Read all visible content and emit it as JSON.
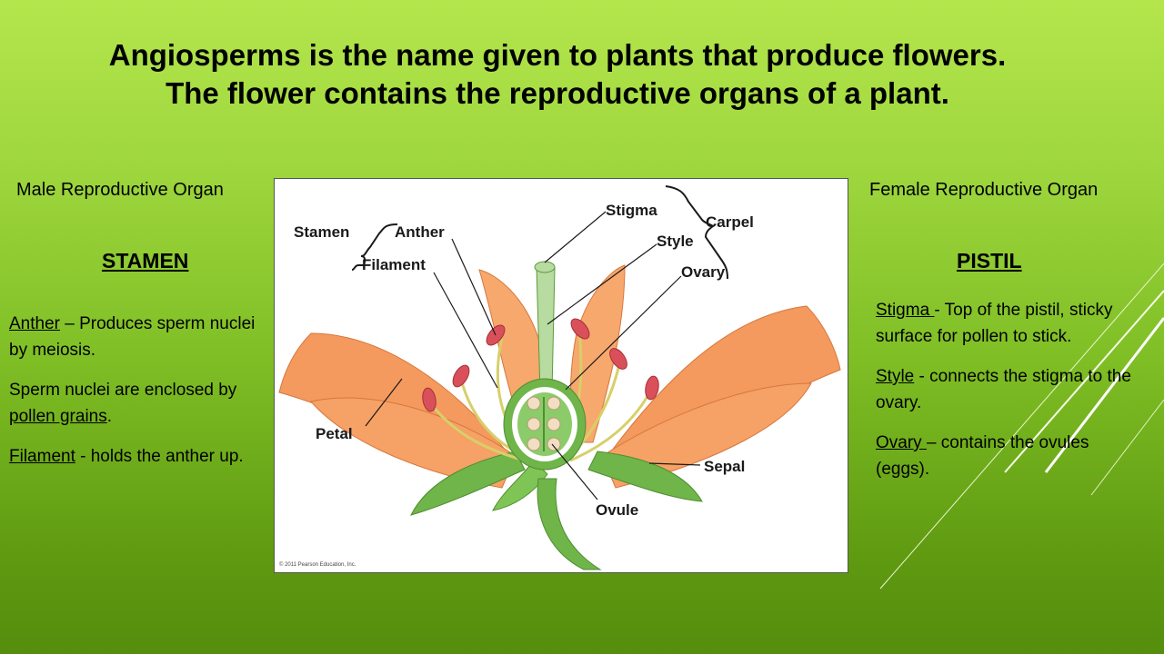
{
  "title": {
    "line1": "Angiosperms is the name given to plants that produce flowers.",
    "line2": "The flower contains the reproductive organs of a plant."
  },
  "male": {
    "organ_label": "Male Reproductive Organ",
    "heading": "STAMEN",
    "items": [
      {
        "term": "Anther",
        "text": " – Produces sperm nuclei by meiosis."
      },
      {
        "pre": "Sperm nuclei are enclosed by ",
        "term": "pollen grains",
        "post": "."
      },
      {
        "term": "Filament",
        "text": " - holds the anther up."
      }
    ]
  },
  "female": {
    "organ_label": "Female Reproductive Organ",
    "heading": "PISTIL",
    "items": [
      {
        "term": "Stigma ",
        "text": " - Top of the pistil, sticky surface for pollen to stick."
      },
      {
        "term": "Style",
        "text": " - connects the stigma to the ovary."
      },
      {
        "term": "Ovary ",
        "text": "– contains the ovules (eggs)."
      }
    ]
  },
  "diagram": {
    "labels": {
      "stamen": "Stamen",
      "anther": "Anther",
      "filament": "Filament",
      "stigma": "Stigma",
      "style": "Style",
      "ovary": "Ovary",
      "carpel": "Carpel",
      "petal": "Petal",
      "sepal": "Sepal",
      "ovule": "Ovule"
    },
    "copyright": "© 2011 Pearson Education, Inc."
  },
  "colors": {
    "petal": "#f49a5e",
    "sepal": "#6fb54a",
    "anther": "#d9505a",
    "filament": "#d8cf6a"
  }
}
